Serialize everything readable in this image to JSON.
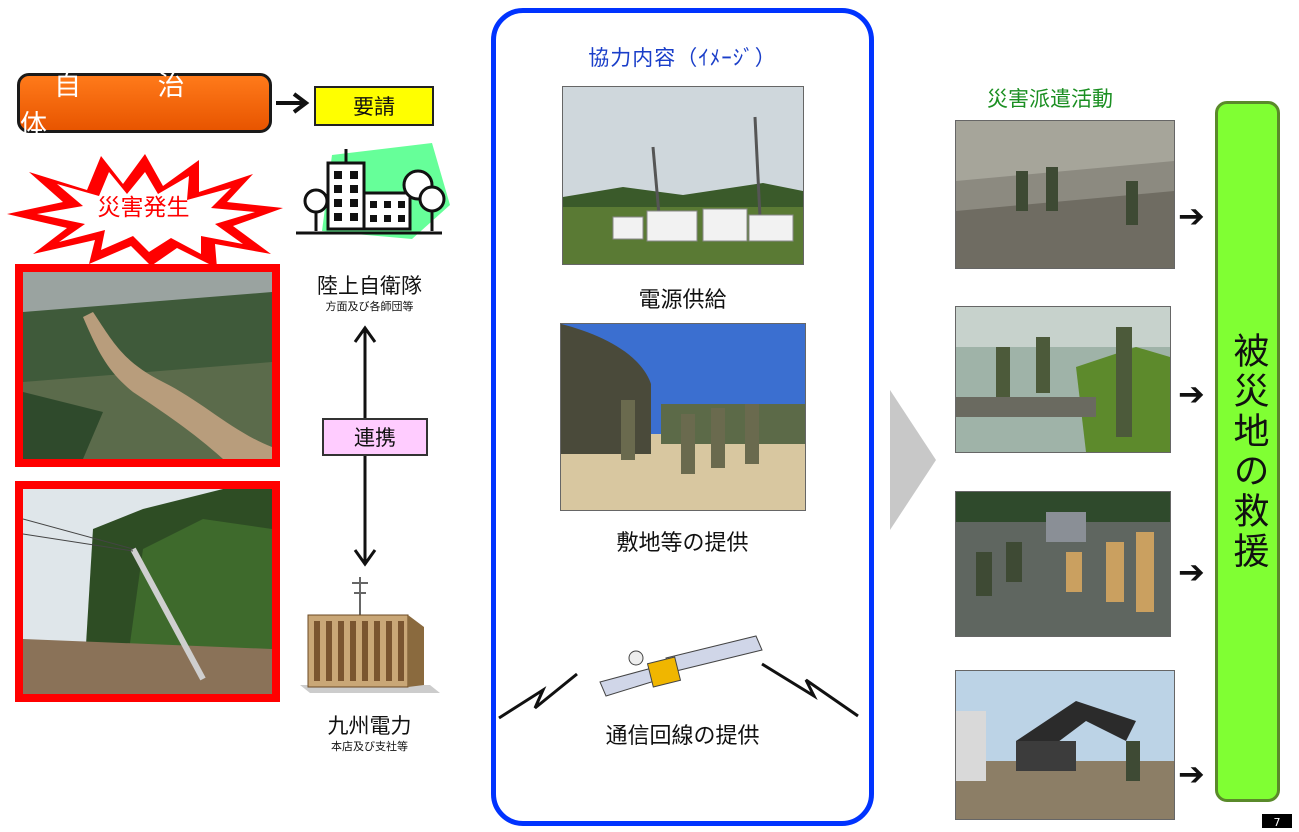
{
  "left": {
    "municipality": "自 治 体",
    "request": "要請",
    "disaster": "災害発生",
    "gsdf_name": "陸上自衛隊",
    "gsdf_sub": "方面及び各師団等",
    "cooperation": "連携",
    "kyuden_name": "九州電力",
    "kyuden_sub": "本店及び支社等"
  },
  "center": {
    "title": "協力内容（ｲﾒｰｼﾞ）",
    "items": [
      {
        "label": "電源供給"
      },
      {
        "label": "敷地等の提供"
      },
      {
        "label": "通信回線の提供"
      }
    ]
  },
  "right": {
    "title": "災害派遣活動",
    "relief": "被災地の救援"
  },
  "page_number": "7",
  "colors": {
    "municipality_fill": "#ff6600",
    "request_fill": "#ffff00",
    "cooperation_fill": "#ffccff",
    "panel_border": "#0033ff",
    "relief_fill": "#80ff33",
    "frame_red": "#ff0000"
  }
}
